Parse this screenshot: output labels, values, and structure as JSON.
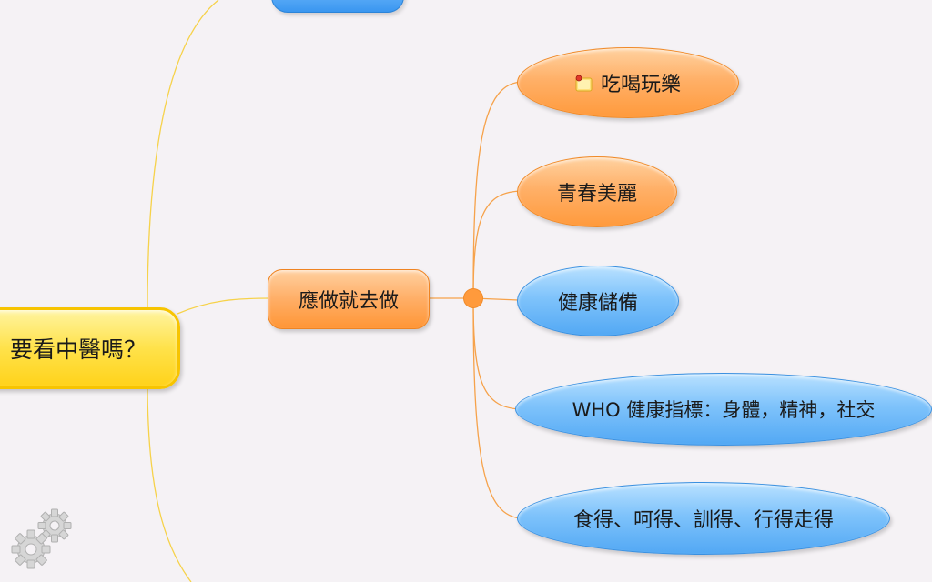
{
  "root": {
    "label": "要看中醫嗎？"
  },
  "branch": {
    "label": "應做就去做"
  },
  "children": [
    {
      "label": "吃喝玩樂",
      "color": "orange",
      "icon": "note-icon"
    },
    {
      "label": "青春美麗",
      "color": "orange"
    },
    {
      "label": "健康儲備",
      "color": "blue"
    },
    {
      "label": "WHO 健康指標：身體，精神，社交",
      "color": "blue"
    },
    {
      "label": "食得、呵得、訓得、行得走得",
      "color": "blue"
    }
  ],
  "colors": {
    "background": "#f5f2f5",
    "root_fill": "#ffe24a",
    "orange_fill": "#ffb068",
    "blue_fill": "#7fc3fb",
    "link_yellow": "#f6d24a",
    "link_orange": "#f6a24a"
  },
  "icons": [
    "note-icon",
    "gear-icon"
  ]
}
